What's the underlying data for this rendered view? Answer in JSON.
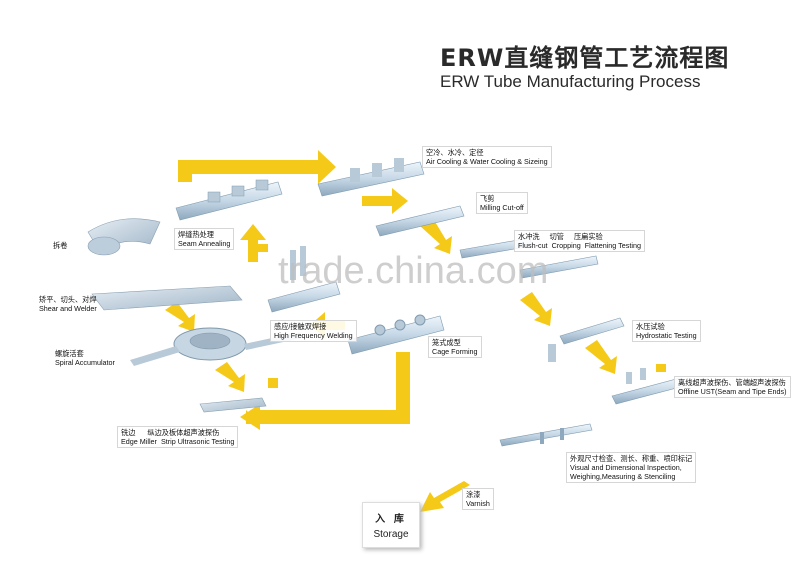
{
  "title": {
    "cn": "ERW直缝钢管工艺流程图",
    "en": "ERW Tube Manufacturing Process"
  },
  "watermark": "trade.china.com",
  "colors": {
    "arrow": "#f5c918",
    "pipe": "#c9dbe8",
    "pipe_dark": "#7f9bb0"
  },
  "steps": {
    "uncoiling": {
      "cn": "拆卷"
    },
    "shear": {
      "cn": "矫平、切头、对焊",
      "en": "Shear and Welder"
    },
    "spiral": {
      "cn": "螺旋活套",
      "en": "Spiral Accumulator"
    },
    "edge_milling": {
      "cn": "铣边",
      "en": "Edge Miller"
    },
    "ust": {
      "cn": "纵边及板体超声波探伤",
      "en": "Strip Ultrasonic Testing"
    },
    "cage": {
      "cn": "笼式成型",
      "en": "Cage Forming"
    },
    "hfw": {
      "cn": "感应/接触双焊接",
      "en": "High Frequency Welding"
    },
    "seam_annealing": {
      "cn": "焊缝热处理",
      "en": "Seam Annealing"
    },
    "cooling": {
      "cn": "空冷、水冷、定径",
      "en": "Air Cooling & Water Cooling & Sizeing"
    },
    "milling_cutoff": {
      "cn": "飞剪",
      "en": "Milling Cut-off"
    },
    "flush": {
      "cn": "水冲洗",
      "en": "Flush-cut"
    },
    "cropping": {
      "cn": "切管",
      "en": "Cropping"
    },
    "flattening": {
      "cn": "压扁实验",
      "en": "Flattening Testing"
    },
    "hydro": {
      "cn": "水压试验",
      "en": "Hydrostatic Testing"
    },
    "offline_ust": {
      "cn": "离线超声波探伤、管端超声波探伤",
      "en": "Offline UST(Seam and Tipe Ends)"
    },
    "visual": {
      "cn": "外观尺寸检查、测长、称重、喷印标记",
      "en1": "Visual and Dimensional Inspection,",
      "en2": "Weighing,Measuring & Stenciling"
    },
    "varnish": {
      "cn": "涂漆",
      "en": "Varnish"
    },
    "storage": {
      "cn": "入 库",
      "en": "Storage"
    }
  }
}
